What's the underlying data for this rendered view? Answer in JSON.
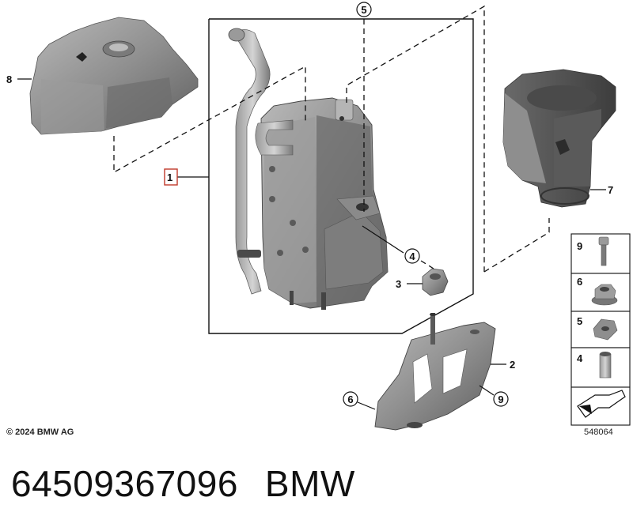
{
  "callouts": {
    "c1": "1",
    "c2": "2",
    "c3": "3",
    "c4": "4",
    "c5": "5",
    "c6": "6",
    "c7": "7",
    "c8": "8",
    "c9": "9"
  },
  "legend": [
    "9",
    "6",
    "5",
    "4"
  ],
  "copyright": "© 2024 BMW AG",
  "diagram_id": "548064",
  "caption": {
    "part_number": "64509367096",
    "brand": "BMW"
  },
  "colors": {
    "callout_1_box": "#c0392b",
    "part_fill": "#8c8c8c",
    "line": "#111111"
  }
}
